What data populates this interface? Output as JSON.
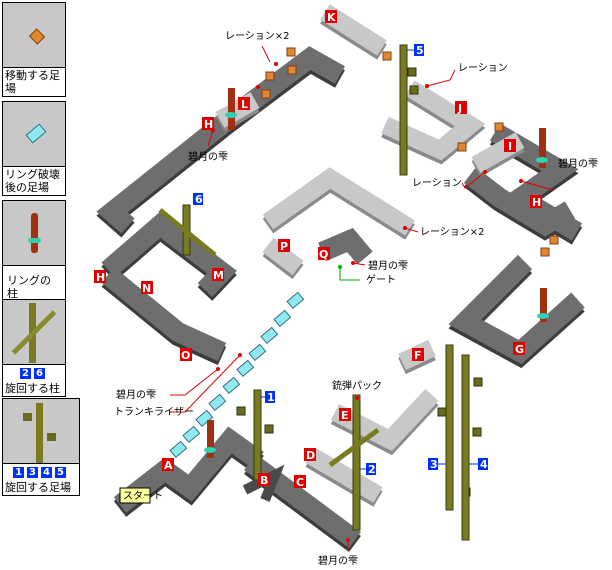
{
  "legend": [
    {
      "label": "移動する足場",
      "icon": "moving-platform"
    },
    {
      "label": "リング破壊後の足場",
      "icon": "post-ring-platform"
    },
    {
      "label": "リングの柱",
      "icon": "ring-pillar"
    },
    {
      "label": "旋回する柱",
      "numbers": [
        "2",
        "6"
      ],
      "icon": "rotating-pillar"
    },
    {
      "label": "旋回する足場",
      "numbers": [
        "1",
        "3",
        "4",
        "5"
      ],
      "icon": "rotating-platform"
    }
  ],
  "letters": [
    "A",
    "B",
    "C",
    "D",
    "E",
    "F",
    "G",
    "H",
    "H",
    "H",
    "I",
    "J",
    "K",
    "L",
    "M",
    "N",
    "O",
    "P",
    "Q"
  ],
  "numbers": [
    "1",
    "2",
    "3",
    "4",
    "5",
    "6"
  ],
  "annotations": {
    "ration_x2_top": "レーション×2",
    "ration_j": "レーション",
    "ration_i": "レーション",
    "ration_x2_p": "レーション×2",
    "hekigetsu_l": "碧月の雫",
    "hekigetsu_h": "碧月の雫",
    "hekigetsu_q": "碧月の雫",
    "gate": "ゲート",
    "hekigetsu_o": "碧月の雫",
    "tranquilizer": "トランキライザー",
    "ammo": "銃弾パック",
    "hekigetsu_c": "碧月の雫",
    "start": "スタート"
  },
  "colors": {
    "dark": "#6e6e6e",
    "light": "#c8c8c8",
    "olive": "#7a7a20",
    "ring": "#30d0b0",
    "red_pillar": "#a03010",
    "cyan": "#90e8f0",
    "orange": "#e08830",
    "marker": "#e00000",
    "number": "#0030ff"
  }
}
